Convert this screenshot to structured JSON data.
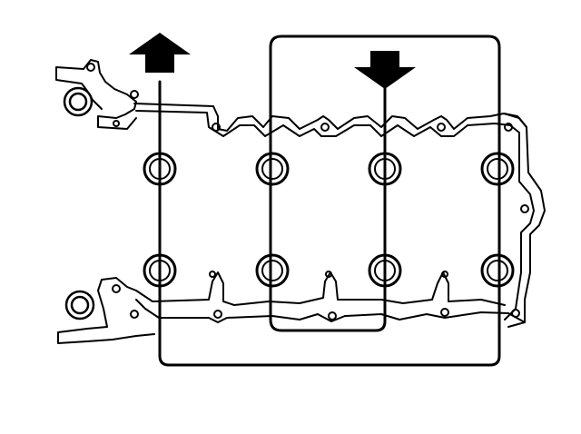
{
  "diagram": {
    "colors": {
      "background": "#ffffff",
      "line": "#000000",
      "arrow": "#000000"
    },
    "arrows": [
      {
        "name": "arrow-up",
        "direction": "up"
      },
      {
        "name": "arrow-down",
        "direction": "down"
      }
    ],
    "bolt_rows": 2,
    "bolts_per_row": 4
  }
}
